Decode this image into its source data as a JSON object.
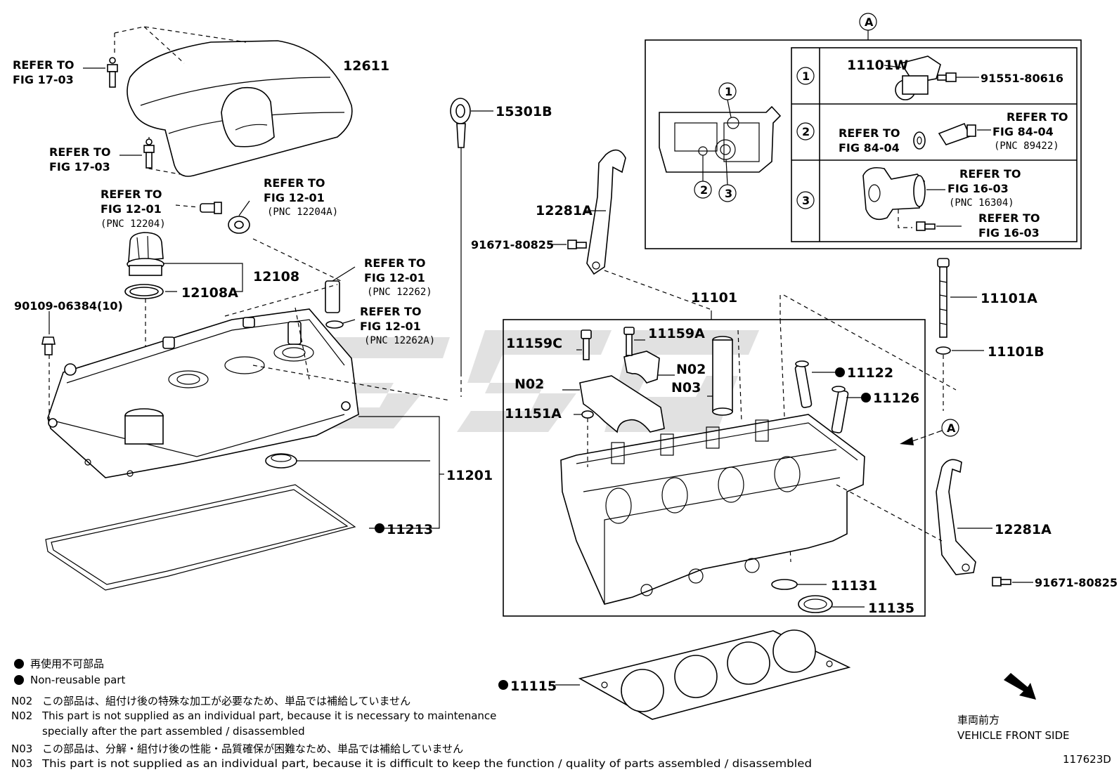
{
  "figure_id": "117623D",
  "callout_letter": "A",
  "parts": {
    "p12611": "12611",
    "p15301B": "15301B",
    "p12108": "12108",
    "p12108A": "12108A",
    "p90109": "90109-06384(10)",
    "p12281A_top": "12281A",
    "p91671_top": "91671-80825",
    "p11101": "11101",
    "p11159C": "11159C",
    "p11159A": "11159A",
    "p11122": "11122",
    "p11126": "11126",
    "pN02a": "N02",
    "pN02b": "N02",
    "pN03": "N03",
    "p11151A": "11151A",
    "p11201": "11201",
    "p11213": "11213",
    "p11101A": "11101A",
    "p11101B": "11101B",
    "p12281A_right": "12281A",
    "p91671_right": "91671-80825",
    "p11131": "11131",
    "p11135": "11135",
    "p11115": "11115",
    "p11101W": "11101W",
    "p91551": "91551-80616"
  },
  "refs": {
    "refer_to": "REFER TO",
    "fig_17_03": "FIG 17-03",
    "fig_12_01": "FIG 12-01",
    "fig_84_04": "FIG 84-04",
    "fig_16_03": "FIG 16-03",
    "pnc_12204": "(PNC 12204)",
    "pnc_12204A": "(PNC 12204A)",
    "pnc_12262": "(PNC 12262)",
    "pnc_12262A": "(PNC 12262A)",
    "pnc_89422": "(PNC 89422)",
    "pnc_16304": "(PNC 16304)"
  },
  "detail_rows": [
    "1",
    "2",
    "3"
  ],
  "legend": {
    "nonreusable_ja": "再使用不可部品",
    "nonreusable_en": "Non-reusable part",
    "n02_code": "N02",
    "n03_code": "N03",
    "n02_ja": "この部品は、組付け後の特殊な加工が必要なため、単品では補給していません",
    "n02_en_1": "This part is not supplied as an individual part, because it is necessary to maintenance",
    "n02_en_2": "specially after the part assembled / disassembled",
    "n03_ja": "この部品は、分解・組付け後の性能・品質確保が困難なため、単品では補給していません",
    "n03_en": "This part is not supplied as an individual part, because it is difficult to keep the function / quality of parts  assembled / disassembled"
  },
  "direction": {
    "ja": "車両前方",
    "en": "VEHICLE FRONT SIDE"
  }
}
